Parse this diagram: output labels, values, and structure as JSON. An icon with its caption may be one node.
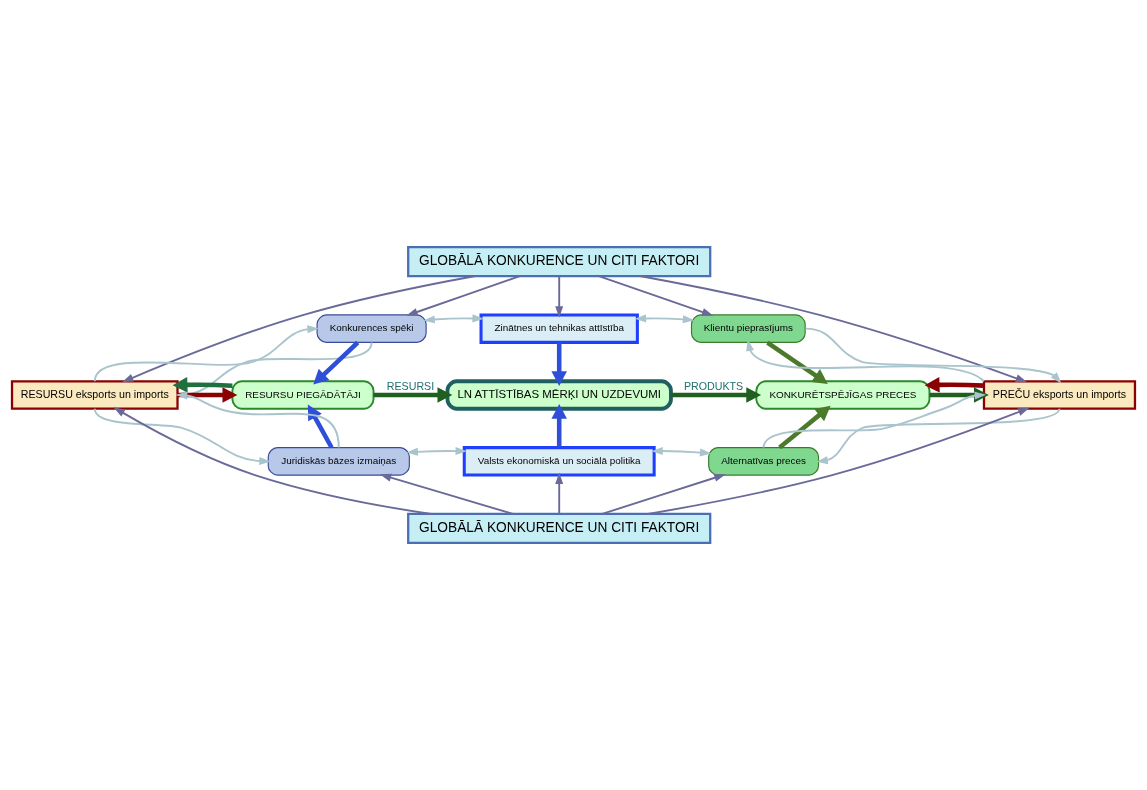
{
  "diagram": {
    "nodes": [
      {
        "text": [
          "GLOBĀLĀ KONKURENCE UN CITI FAKTORI"
        ]
      },
      {
        "text": [
          "Konkurences spēki"
        ]
      },
      {
        "text": [
          "Zinātnes un tehnikas attīstība"
        ]
      },
      {
        "text": [
          "Klientu pieprasījums"
        ]
      },
      {
        "text": [
          "RESURSU eksports un imports"
        ]
      },
      {
        "text": [
          "RESURSU PIEGĀDĀTĀJI"
        ]
      },
      {
        "text": [
          "LN ATTĪSTĪBAS MĒRĶI UN UZDEVUMI"
        ]
      },
      {
        "text": [
          "KONKURĒTSPĒJĪGAS PRECES"
        ]
      },
      {
        "text": [
          "PREČU eksports un imports"
        ]
      },
      {
        "text": [
          "Juridiskās bāzes izmaiņas"
        ]
      },
      {
        "text": [
          "Valsts ekonomiskā un sociālā politika"
        ]
      },
      {
        "text": [
          "Alternatīvas preces"
        ]
      },
      {
        "text": [
          "GLOBĀLĀ KONKURENCE UN CITI FAKTORI"
        ]
      }
    ],
    "edges": [
      {
        "from": 0,
        "to": 4,
        "arrow": "to"
      },
      {
        "from": 0,
        "to": 1,
        "arrow": "to"
      },
      {
        "from": 0,
        "to": 2,
        "arrow": "to"
      },
      {
        "from": 0,
        "to": 3,
        "arrow": "to"
      },
      {
        "from": 0,
        "to": 8,
        "arrow": "to"
      },
      {
        "from": 4,
        "to": 1,
        "arrow": "to",
        "color": "#a9c4cc"
      },
      {
        "from": 1,
        "to": 4,
        "arrow": "to",
        "color": "#a9c4cc"
      },
      {
        "from": 1,
        "to": 2,
        "arrow": "both",
        "color": "#a9c4cc"
      },
      {
        "from": 2,
        "to": 3,
        "arrow": "both",
        "color": "#a9c4cc"
      },
      {
        "from": 8,
        "to": 3,
        "arrow": "to",
        "color": "#a9c4cc"
      },
      {
        "from": 3,
        "to": 8,
        "arrow": "to",
        "color": "#a9c4cc"
      },
      {
        "from": 1,
        "to": 5,
        "arrow": "to",
        "style": "thick",
        "color": "#2f4fd8"
      },
      {
        "from": 2,
        "to": 6,
        "arrow": "to",
        "style": "thick",
        "color": "#2f4fd8"
      },
      {
        "from": 3,
        "to": 7,
        "arrow": "to",
        "style": "thick",
        "color": "#4a7a2a"
      },
      {
        "from": 4,
        "to": 5,
        "arrow": "to",
        "style": "thick",
        "color": "#8b0000"
      },
      {
        "from": 5,
        "to": 4,
        "arrow": "to",
        "style": "thick",
        "color": "#1f6f3f"
      },
      {
        "from": 5,
        "to": 6,
        "label": "RESURSI",
        "arrow": "to",
        "style": "thick",
        "color": "#1f5f1f"
      },
      {
        "from": 6,
        "to": 7,
        "label": "PRODUKTS",
        "arrow": "to",
        "style": "thick",
        "color": "#1f5f1f"
      },
      {
        "from": 7,
        "to": 8,
        "arrow": "to",
        "style": "thick",
        "color": "#1f5f1f"
      },
      {
        "from": 8,
        "to": 7,
        "arrow": "to",
        "style": "thick",
        "color": "#8b0000"
      },
      {
        "from": 9,
        "to": 5,
        "arrow": "to",
        "style": "thick",
        "color": "#2f4fd8"
      },
      {
        "from": 10,
        "to": 6,
        "arrow": "to",
        "style": "thick",
        "color": "#2f4fd8"
      },
      {
        "from": 11,
        "to": 7,
        "arrow": "to",
        "style": "thick",
        "color": "#4a7a2a"
      },
      {
        "from": 4,
        "to": 9,
        "arrow": "to",
        "color": "#a9c4cc"
      },
      {
        "from": 9,
        "to": 4,
        "arrow": "to",
        "color": "#a9c4cc"
      },
      {
        "from": 9,
        "to": 10,
        "arrow": "both",
        "color": "#a9c4cc"
      },
      {
        "from": 10,
        "to": 11,
        "arrow": "both",
        "color": "#a9c4cc"
      },
      {
        "from": 8,
        "to": 11,
        "arrow": "to",
        "color": "#a9c4cc"
      },
      {
        "from": 11,
        "to": 8,
        "arrow": "to",
        "color": "#a9c4cc"
      },
      {
        "from": 12,
        "to": 4,
        "arrow": "to"
      },
      {
        "from": 12,
        "to": 9,
        "arrow": "to"
      },
      {
        "from": 12,
        "to": 10,
        "arrow": "to"
      },
      {
        "from": 12,
        "to": 11,
        "arrow": "to"
      },
      {
        "from": 12,
        "to": 8,
        "arrow": "to"
      }
    ]
  }
}
